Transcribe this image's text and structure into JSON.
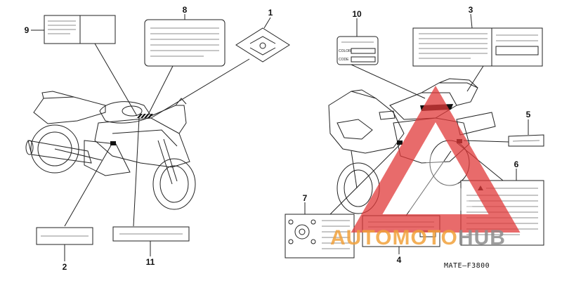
{
  "diagram": {
    "callouts": [
      "1",
      "2",
      "3",
      "4",
      "5",
      "6",
      "7",
      "8",
      "9",
      "10",
      "11"
    ],
    "label_text": {
      "color": "COLOR",
      "code": "CODE"
    },
    "part_code": "MATE—F3800"
  },
  "watermark": {
    "part1": "AUTO",
    "part2": "MOTO",
    "part3": "HUB",
    "colors": {
      "red": "#e03a3a",
      "orange": "#f1a23c",
      "gray": "#8c8c8c"
    }
  }
}
